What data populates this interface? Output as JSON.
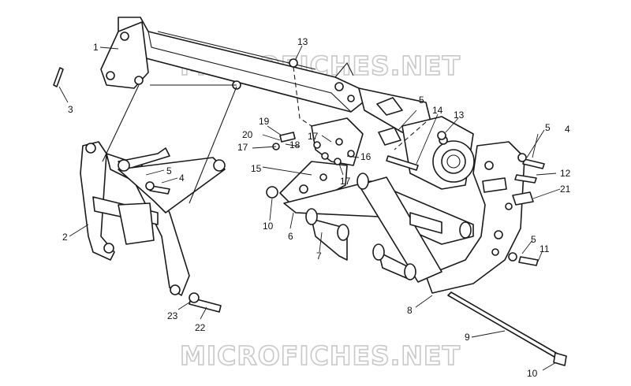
{
  "watermark": {
    "text": "MICROFICHES.NET"
  },
  "callouts": [
    {
      "label": "1"
    },
    {
      "label": "2"
    },
    {
      "label": "3"
    },
    {
      "label": "4"
    },
    {
      "label": "5"
    },
    {
      "label": "4"
    },
    {
      "label": "5"
    },
    {
      "label": "5"
    },
    {
      "label": "5"
    },
    {
      "label": "6"
    },
    {
      "label": "7"
    },
    {
      "label": "8"
    },
    {
      "label": "9"
    },
    {
      "label": "10"
    },
    {
      "label": "10"
    },
    {
      "label": "11"
    },
    {
      "label": "12"
    },
    {
      "label": "13"
    },
    {
      "label": "13"
    },
    {
      "label": "14"
    },
    {
      "label": "15"
    },
    {
      "label": "16"
    },
    {
      "label": "17"
    },
    {
      "label": "17"
    },
    {
      "label": "17"
    },
    {
      "label": "18"
    },
    {
      "label": "19"
    },
    {
      "label": "20"
    },
    {
      "label": "21"
    },
    {
      "label": "22"
    },
    {
      "label": "23"
    }
  ]
}
